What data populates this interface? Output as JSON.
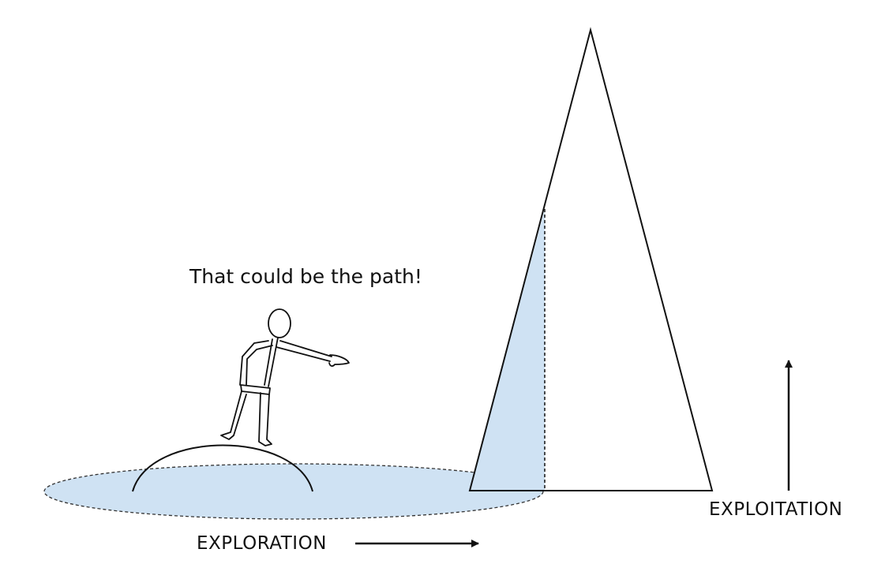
{
  "speech_text": "That could be the path!",
  "labels": {
    "exploration": "EXPLORATION",
    "exploitation": "EXPLOITATION"
  },
  "colors": {
    "fill": "#cfe2f3",
    "stroke": "#111111",
    "background": "#ffffff"
  }
}
